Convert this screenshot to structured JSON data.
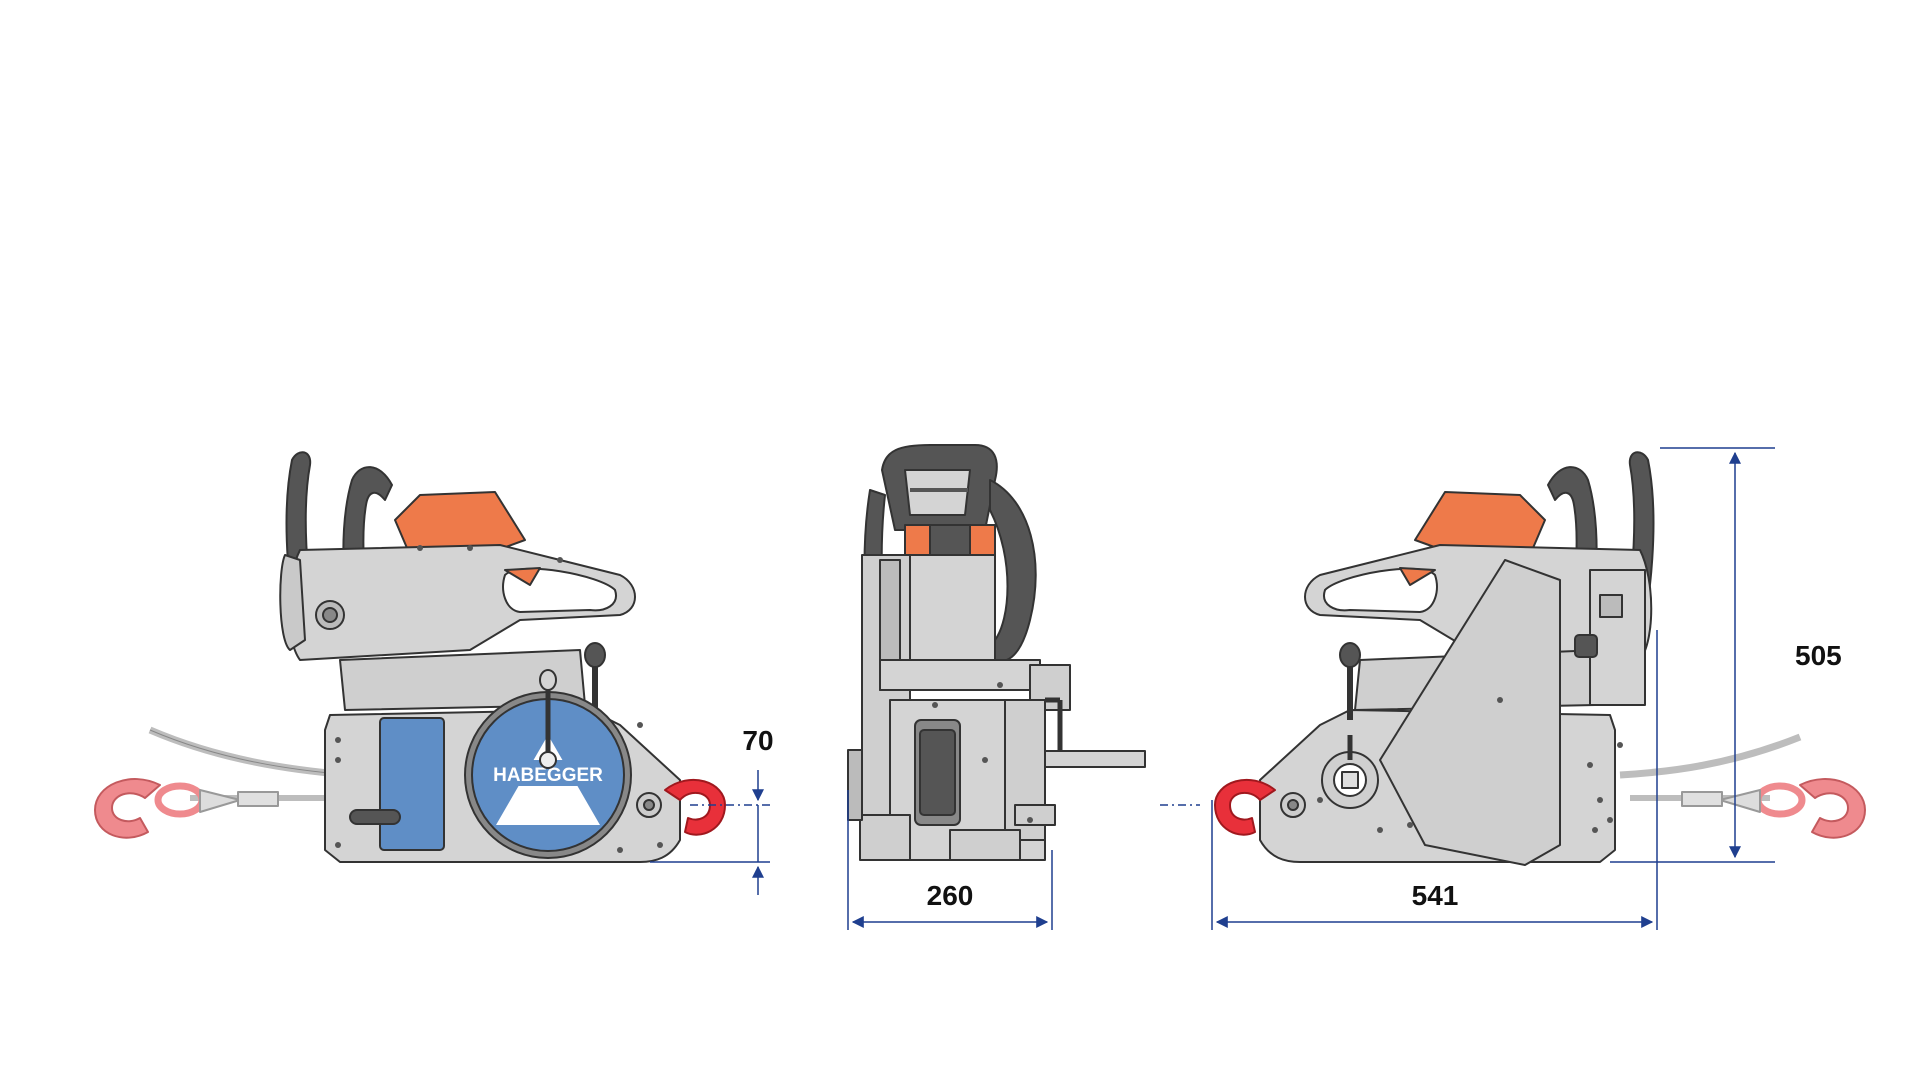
{
  "brand": "HABEGGER",
  "dimensions": {
    "hook_offset": "70",
    "width": "260",
    "length": "541",
    "height": "505"
  },
  "colors": {
    "body_grey": "#d4d4d4",
    "outline": "#333333",
    "engine_orange": "#ee7a4a",
    "handle_dark": "#555555",
    "cover_blue": "#5f8ec6",
    "hook_red": "#e8303a",
    "hook_faded": "#ef8a8e",
    "rope_grey": "#bdbdbd",
    "dimension_blue": "#1f3f8f"
  }
}
